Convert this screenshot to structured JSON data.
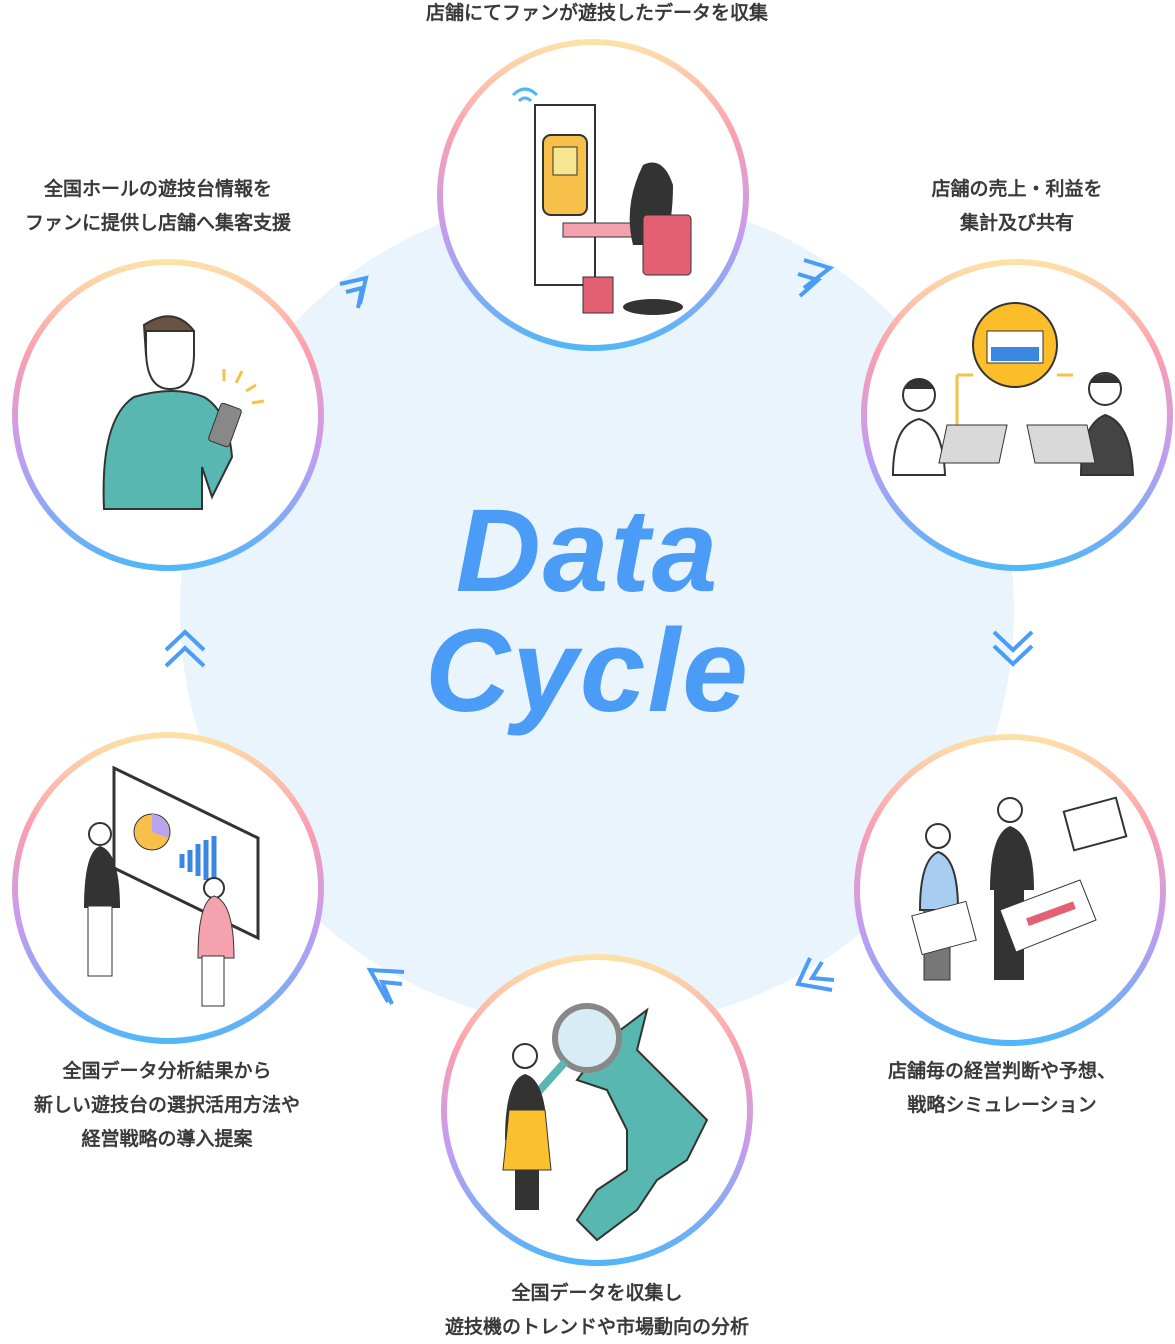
{
  "title": {
    "line1": "Data",
    "line2": "Cycle"
  },
  "colors": {
    "accent": "#4a9cf6",
    "background_circle": "#eaf4fd",
    "ring_top": "#fde3a7",
    "ring_mid": "#fb9fb0",
    "ring_bottom": "#4fb7f8"
  },
  "steps": [
    {
      "icon": "store-gaming-machine-illustration",
      "lines": [
        "店舗にてファンが遊技したデータを収集"
      ]
    },
    {
      "icon": "sales-meeting-illustration",
      "lines": [
        "店舗の売上・利益を",
        "集計及び共有"
      ]
    },
    {
      "icon": "strategy-simulation-illustration",
      "lines": [
        "店舗毎の経営判断や予想、",
        "戦略シミュレーション"
      ]
    },
    {
      "icon": "map-analysis-illustration",
      "lines": [
        "全国データを収集し",
        "遊技機のトレンドや市場動向の分析"
      ]
    },
    {
      "icon": "presentation-illustration",
      "lines": [
        "全国データ分析結果から",
        "新しい遊技台の選択活用方法や",
        "経営戦略の導入提案"
      ]
    },
    {
      "icon": "smartphone-user-illustration",
      "lines": [
        "全国ホールの遊技台情報を",
        "ファンに提供し店舗へ集客支援"
      ]
    }
  ]
}
